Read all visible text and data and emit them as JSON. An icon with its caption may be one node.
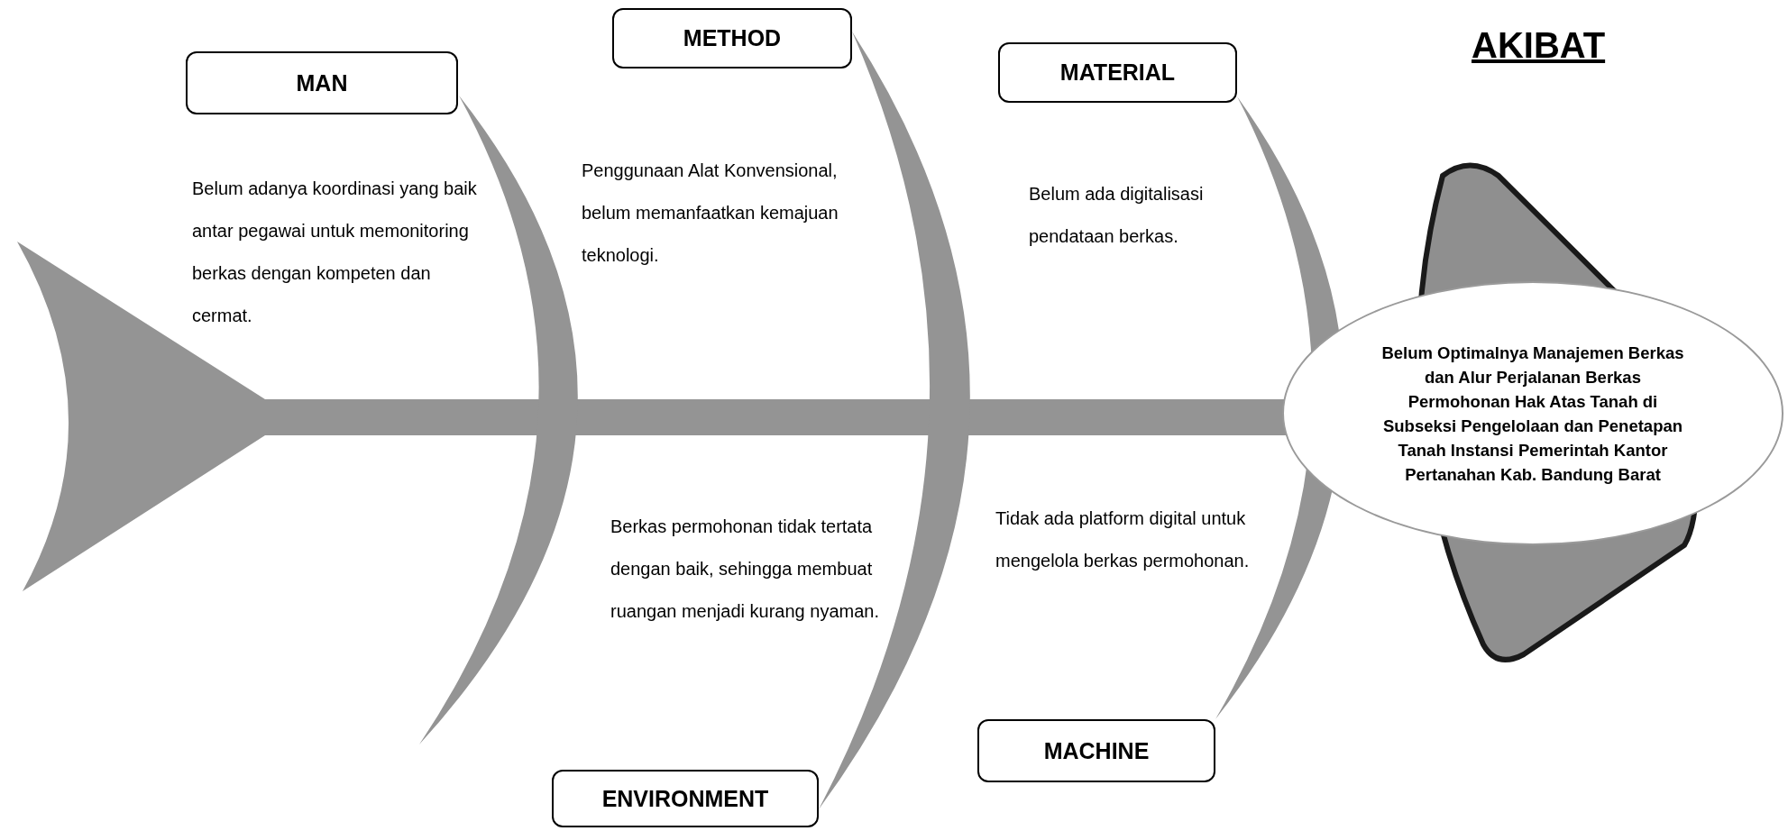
{
  "diagram": {
    "title": "AKIBAT",
    "nodes": [
      {
        "text": [
          "MAN"
        ]
      },
      {
        "text": [
          "METHOD"
        ]
      },
      {
        "text": [
          "MATERIAL"
        ]
      },
      {
        "text": [
          "ENVIRONMENT"
        ]
      },
      {
        "text": [
          "MACHINE"
        ]
      },
      {
        "text": [
          "Belum Optimalnya Manajemen Berkas dan Alur Perjalanan Berkas Permohonan Hak Atas Tanah di Subseksi Pengelolaan dan Penetapan Tanah Instansi Pemerintah Kantor Pertanahan Kab. Bandung Barat"
        ]
      }
    ],
    "labels": [
      "Belum adanya koordinasi yang baik antar pegawai untuk memonitoring berkas dengan kompeten dan cermat.",
      "Penggunaan Alat Konvensional, belum memanfaatkan kemajuan teknologi.",
      "Belum ada digitalisasi pendataan berkas.",
      "Berkas permohonan tidak tertata dengan baik, sehingga membuat ruangan menjadi kurang nyaman.",
      "Tidak ada platform digital untuk mengelola berkas permohonan."
    ]
  }
}
